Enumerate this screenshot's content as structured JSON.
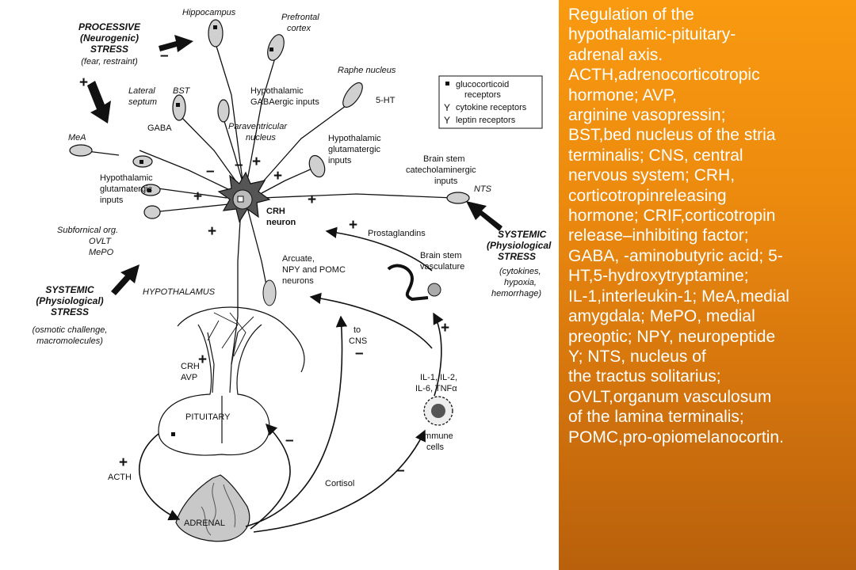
{
  "diagram": {
    "stress_processive": {
      "line1": "PROCESSIVE",
      "line2": "(Neurogenic)",
      "line3": "STRESS",
      "line4": "(fear, restraint)"
    },
    "stress_systemic_left": {
      "line1": "SYSTEMIC",
      "line2": "(Physiological)",
      "line3": "STRESS",
      "line4": "(osmotic challenge,",
      "line5": "macromolecules)"
    },
    "stress_systemic_right": {
      "line1": "SYSTEMIC",
      "line2": "(Physiological",
      "line3": "STRESS",
      "line4": "(cytokines,",
      "line5": "hypoxia,",
      "line6": "hemorrhage)"
    },
    "regions": {
      "hippocampus": "Hippocampus",
      "prefrontal_1": "Prefrontal",
      "prefrontal_2": "cortex",
      "raphe": "Raphe nucleus",
      "five_ht": "5-HT",
      "lateral_1": "Lateral",
      "lateral_2": "septum",
      "bst": "BST",
      "gaba": "GABA",
      "hypo_gaba_1": "Hypothalamic",
      "hypo_gaba_2": "GABAergic inputs",
      "paraventricular_1": "Paraventricular",
      "paraventricular_2": "nucleus",
      "mea": "MeA",
      "hypo_glut_left_1": "Hypothalamic",
      "hypo_glut_left_2": "glutamatergic",
      "hypo_glut_left_3": "inputs",
      "hypo_glut_right_1": "Hypothalamic",
      "hypo_glut_right_2": "glutamatergic",
      "hypo_glut_right_3": "inputs",
      "brainstem_1": "Brain stem",
      "brainstem_2": "catecholaminergic",
      "brainstem_3": "inputs",
      "nts": "NTS",
      "crh_neuron_1": "CRH",
      "crh_neuron_2": "neuron",
      "subfornical_1": "Subfornical org.",
      "subfornical_2": "OVLT",
      "subfornical_3": "MePO",
      "prostaglandins": "Prostaglandins",
      "arcuate_1": "Arcuate,",
      "arcuate_2": "NPY and POMC",
      "arcuate_3": "neurons",
      "bs_vasc_1": "Brain stem",
      "bs_vasc_2": "vasculature",
      "hypothalamus": "HYPOTHALAMUS",
      "to_cns_1": "to",
      "to_cns_2": "CNS",
      "crh_avp_1": "CRH",
      "crh_avp_2": "AVP",
      "pituitary": "PITUITARY",
      "il_1": "IL-1, IL-2,",
      "il_2": "IL-6, TNFα",
      "immune_1": "Immune",
      "immune_2": "cells",
      "acth": "ACTH",
      "cortisol": "Cortisol",
      "adrenal": "ADRENAL"
    },
    "legend": {
      "glucocorticoid_1": "glucocorticoid",
      "glucocorticoid_2": "receptors",
      "cytokine": "cytokine receptors",
      "leptin": "leptin receptors"
    }
  },
  "caption": {
    "lines": [
      "Regulation of the",
      "hypothalamic-pituitary-",
      "adrenal axis.",
      "ACTH,adrenocorticotropic",
      "hormone; AVP,",
      "arginine vasopressin;",
      "BST,bed nucleus of the stria",
      "terminalis; CNS, central",
      "nervous system; CRH,",
      "corticotropinreleasing",
      "hormone; CRIF,corticotropin",
      "release–inhibiting factor;",
      "GABA, -aminobutyric acid; 5-",
      "HT,5-hydroxytryptamine;",
      "IL-1,interleukin-1; MeA,medial",
      "amygdala; MePO, medial",
      "preoptic; NPY, neuropeptide",
      "Y; NTS, nucleus of",
      "the tractus solitarius;",
      "OVLT,organum vasculosum",
      "of the lamina terminalis;",
      "POMC,pro-opiomelanocortin."
    ]
  }
}
